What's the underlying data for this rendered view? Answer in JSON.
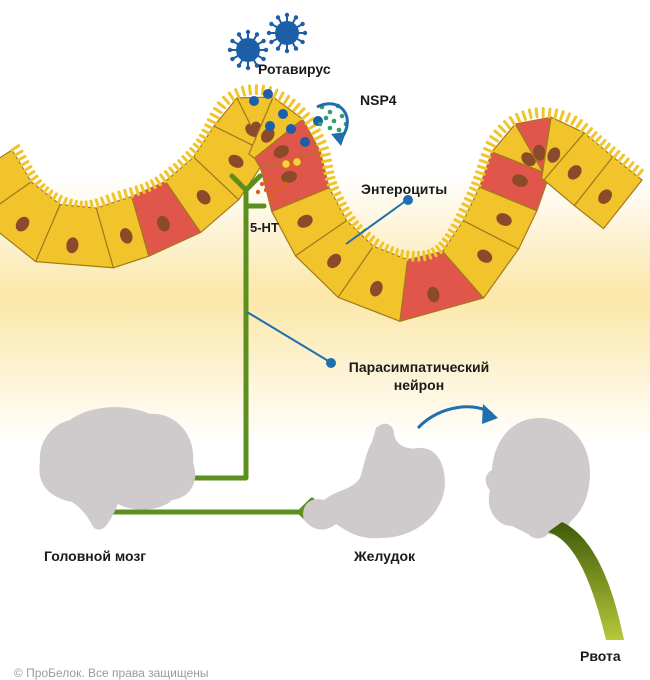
{
  "labels": {
    "rotavirus": "Ротавирус",
    "nsp4": "NSP4",
    "enterocytes": "Энтероциты",
    "serotonin": "5-HT",
    "parasympathetic_line1": "Парасимпатический",
    "parasympathetic_line2": "нейрон",
    "brain": "Головной мозг",
    "stomach": "Желудок",
    "vomiting": "Рвота"
  },
  "copyright": "© ПроБелок. Все права защищены",
  "colors": {
    "cell_yellow": "#f2c42c",
    "cell_red": "#e0564a",
    "nucleus": "#8b4a2a",
    "cell_border": "#a37a1b",
    "neuron_green": "#5b8f1e",
    "virus_blue": "#1c5ea8",
    "nsp4_green": "#2aa06a",
    "serotonin_orange": "#d9631a",
    "arrow_blue": "#1f6fb0",
    "organ_gray": "#cfcbcc",
    "vomit_green": "#7a9a10"
  },
  "icons": [
    "rotavirus-particle-icon",
    "brain-icon",
    "stomach-icon",
    "head-icon",
    "pointer-dot-icon",
    "curved-arrow-icon"
  ]
}
